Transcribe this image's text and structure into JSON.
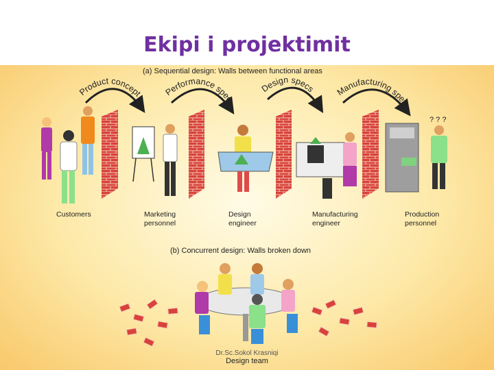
{
  "slide": {
    "title": "Ekipi i projektimit",
    "footer": "Dr.Sc.Sokol Krasniqi"
  },
  "panel_a": {
    "caption": "(a)  Sequential design: Walls between functional areas",
    "arrows": [
      "Product concept",
      "Performance specs",
      "Design specs",
      "Manufacturing specs"
    ],
    "roles": [
      "Customers",
      "Marketing personnel",
      "Design engineer",
      "Manufacturing engineer",
      "Production personnel"
    ],
    "confusion_mark": "? ? ?"
  },
  "panel_b": {
    "caption": "(b)  Concurrent design: Walls broken down",
    "team_label": "Design team"
  },
  "colors": {
    "title": "#7030a0",
    "brick": "#d9423a",
    "arrow": "#222222"
  }
}
